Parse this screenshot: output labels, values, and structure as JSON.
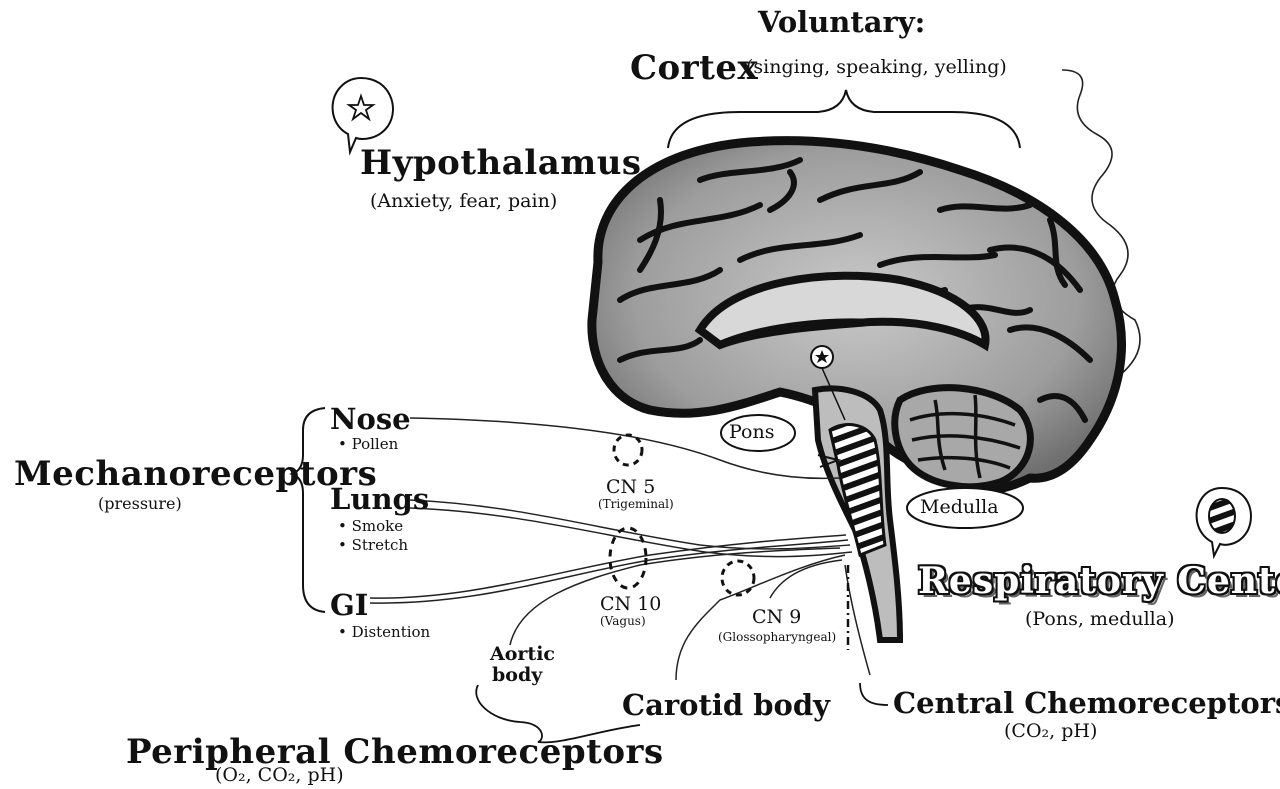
{
  "cortex": {
    "voluntary": "Voluntary:",
    "title": "Cortex",
    "note": "(singing, speaking, yelling)"
  },
  "hypothalamus": {
    "title": "Hypothalamus",
    "note": "(Anxiety, fear, pain)"
  },
  "mechanoreceptors": {
    "title": "Mechanoreceptors",
    "note": "(pressure)",
    "nose": {
      "label": "Nose",
      "items": [
        "• Pollen"
      ]
    },
    "lungs": {
      "label": "Lungs",
      "items": [
        "• Smoke",
        "• Stretch"
      ]
    },
    "gi": {
      "label": "GI",
      "items": [
        "• Distention"
      ]
    }
  },
  "nerves": {
    "cn5": {
      "label": "CN 5",
      "note": "(Trigeminal)"
    },
    "cn10": {
      "label": "CN 10",
      "note": "(Vagus)"
    },
    "cn9": {
      "label": "CN 9",
      "note": "(Glossopharyngeal)"
    }
  },
  "brain": {
    "pons": "Pons",
    "medulla": "Medulla"
  },
  "respiratory_center": {
    "title": "Respiratory Center",
    "note": "(Pons, medulla)"
  },
  "aortic_body": [
    "Aortic",
    "body"
  ],
  "carotid_body": "Carotid body",
  "peripheral": {
    "title": "Peripheral Chemoreceptors",
    "note": "(O₂, CO₂, pH)"
  },
  "central": {
    "title": "Central Chemoreceptors",
    "note": "(CO₂, pH)"
  },
  "colors": {
    "ink": "#111111",
    "brain_fill": "#9a9a9a",
    "highlight": "#ffffff"
  },
  "icons": [
    "star-icon",
    "striped-oval-icon"
  ]
}
